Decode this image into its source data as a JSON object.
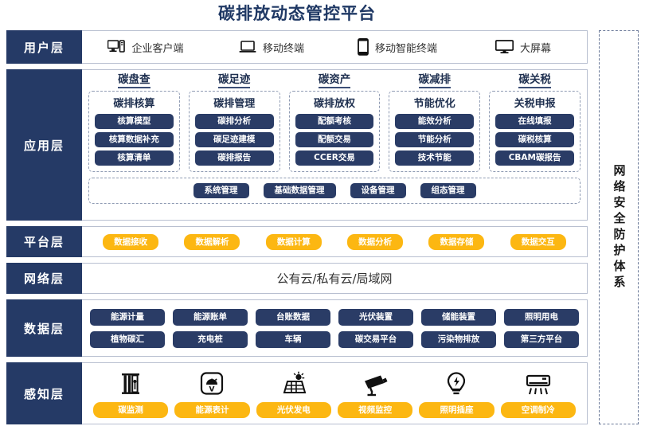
{
  "title": "碳排放动态管控平台",
  "colors": {
    "navy": "#253a66",
    "pill_navy": "#2a3c66",
    "amber": "#fcb712",
    "title_blue": "#1f3864",
    "border": "#b8bfd0"
  },
  "security_band": {
    "label": "网络安全防护体系"
  },
  "layers": {
    "user": {
      "label": "用户层",
      "items": [
        {
          "icon": "desktop-pc-icon",
          "label": "企业客户端"
        },
        {
          "icon": "laptop-icon",
          "label": "移动终端"
        },
        {
          "icon": "smartphone-icon",
          "label": "移动智能终端"
        },
        {
          "icon": "large-screen-icon",
          "label": "大屏幕"
        }
      ]
    },
    "application": {
      "label": "应用层",
      "columns": [
        {
          "title": "碳盘查",
          "box_title": "碳排核算",
          "items": [
            "核算模型",
            "核算数据补充",
            "核算清单"
          ]
        },
        {
          "title": "碳足迹",
          "box_title": "碳排管理",
          "items": [
            "碳排分析",
            "碳足迹建模",
            "碳排报告"
          ]
        },
        {
          "title": "碳资产",
          "box_title": "碳排放权",
          "items": [
            "配额考核",
            "配额交易",
            "CCER交易"
          ]
        },
        {
          "title": "碳减排",
          "box_title": "节能优化",
          "items": [
            "能效分析",
            "节能分析",
            "技术节能"
          ]
        },
        {
          "title": "碳关税",
          "box_title": "关税申报",
          "items": [
            "在线填报",
            "碳税核算",
            "CBAM碳报告"
          ]
        }
      ],
      "management": [
        "系统管理",
        "基础数据管理",
        "设备管理",
        "组态管理"
      ]
    },
    "platform": {
      "label": "平台层",
      "items": [
        "数据接收",
        "数据解析",
        "数据计算",
        "数据分析",
        "数据存储",
        "数据交互"
      ]
    },
    "network": {
      "label": "网络层",
      "text": "公有云/私有云/局域网"
    },
    "data": {
      "label": "数据层",
      "row1": [
        "能源计量",
        "能源账单",
        "台账数据",
        "光伏装置",
        "储能装置",
        "照明用电"
      ],
      "row2": [
        "植物碳汇",
        "充电桩",
        "车辆",
        "碳交易平台",
        "污染物排放",
        "第三方平台"
      ]
    },
    "perception": {
      "label": "感知层",
      "items": [
        {
          "icon": "carbon-sensor-icon",
          "label": "碳监测"
        },
        {
          "icon": "energy-meter-icon",
          "label": "能源表计"
        },
        {
          "icon": "solar-panel-icon",
          "label": "光伏发电"
        },
        {
          "icon": "cctv-camera-icon",
          "label": "视频监控"
        },
        {
          "icon": "light-bulb-icon",
          "label": "照明插座"
        },
        {
          "icon": "air-conditioner-icon",
          "label": "空调制冷"
        }
      ]
    }
  }
}
